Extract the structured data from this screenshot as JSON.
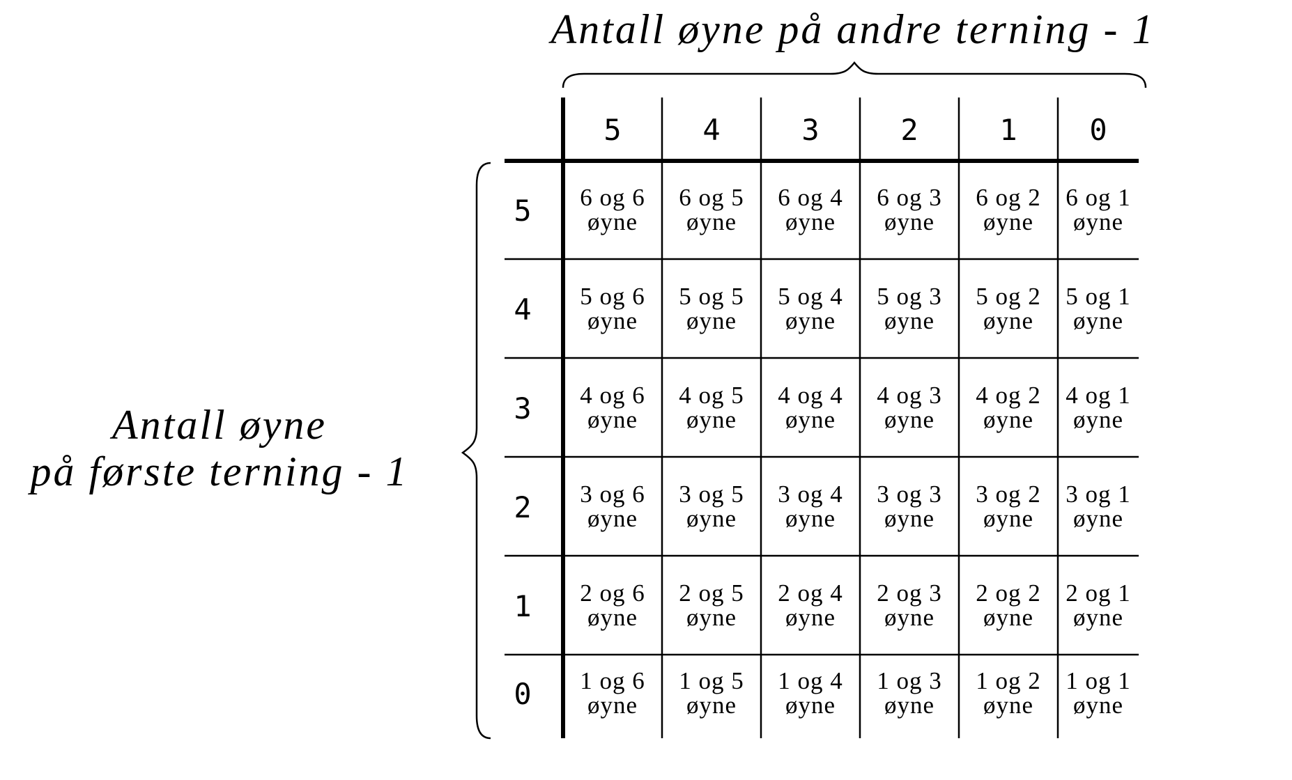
{
  "figure": {
    "top_label": "Antall øyne på andre terning - 1",
    "left_label_line1": "Antall øyne",
    "left_label_line2": "på første terning - 1",
    "column_headers": [
      "5",
      "4",
      "3",
      "2",
      "1",
      "0"
    ],
    "row_headers": [
      "5",
      "4",
      "3",
      "2",
      "1",
      "0"
    ],
    "cell_unit": "øyne",
    "cells": [
      [
        "6 og 6",
        "6 og 5",
        "6 og 4",
        "6 og 3",
        "6 og 2",
        "6 og 1"
      ],
      [
        "5 og 6",
        "5 og 5",
        "5 og 4",
        "5 og 3",
        "5 og 2",
        "5 og 1"
      ],
      [
        "4 og 6",
        "4 og 5",
        "4 og 4",
        "4 og 3",
        "4 og 2",
        "4 og 1"
      ],
      [
        "3 og 6",
        "3 og 5",
        "3 og 4",
        "3 og 3",
        "3 og 2",
        "3 og 1"
      ],
      [
        "2 og 6",
        "2 og 5",
        "2 og 4",
        "2 og 3",
        "2 og 2",
        "2 og 1"
      ],
      [
        "1 og 6",
        "1 og 5",
        "1 og 4",
        "1 og 3",
        "1 og 2",
        "1 og 1"
      ]
    ]
  }
}
